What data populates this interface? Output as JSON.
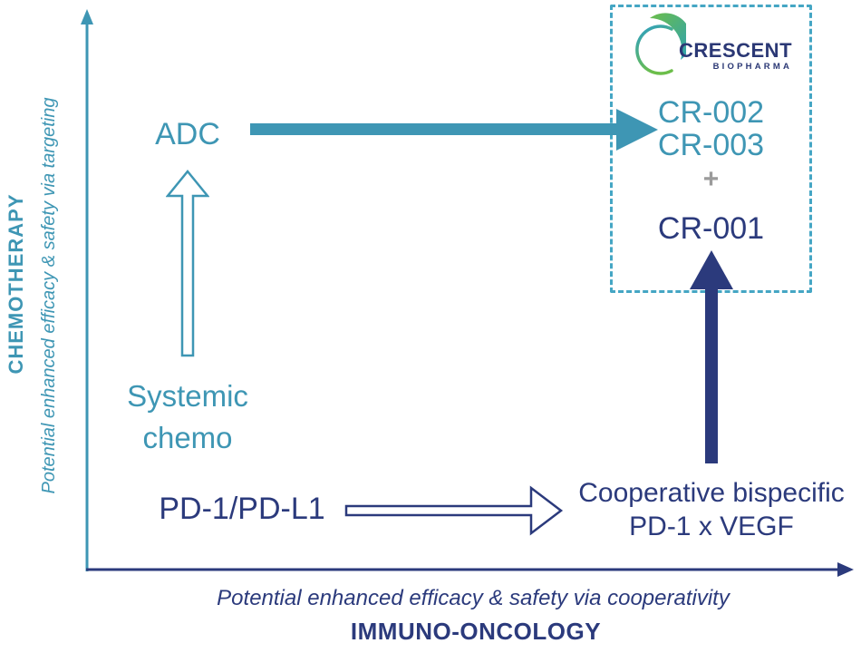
{
  "colors": {
    "teal": "#3E96B4",
    "teal_border": "#45A6C4",
    "navy": "#2B3A7C",
    "gray_plus": "#9B9B9B",
    "logo_navy": "#2B3875",
    "logo_green": "#6CBE4A",
    "logo_blue": "#2D9FC4",
    "logo_teal": "#2AA0B8"
  },
  "y_axis": {
    "category": "CHEMOTHERAPY",
    "label": "Potential enhanced efficacy & safety via targeting"
  },
  "x_axis": {
    "category": "IMMUNO-ONCOLOGY",
    "label": "Potential enhanced efficacy & safety via cooperativity"
  },
  "nodes": {
    "adc": "ADC",
    "systemic_chemo_line1": "Systemic",
    "systemic_chemo_line2": "chemo",
    "pd1": "PD-1/PD-L1",
    "bispecific_line1": "Cooperative bispecific",
    "bispecific_line2": "PD-1 x VEGF"
  },
  "portfolio_box": {
    "logo": {
      "name": "CRESCENT",
      "subtitle": "BIOPHARMA"
    },
    "adc_programs": [
      "CR-002",
      "CR-003"
    ],
    "plus": "+",
    "io_program": "CR-001"
  }
}
